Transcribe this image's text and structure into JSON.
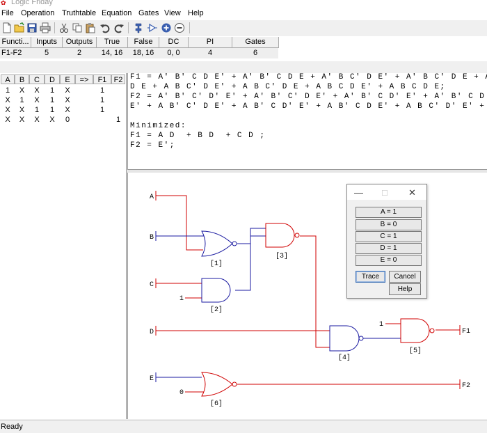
{
  "window": {
    "title": "Logic Friday",
    "app_icon": "logic-friday-icon"
  },
  "menu": [
    "File",
    "Operation",
    "Truthtable",
    "Equation",
    "Gates",
    "View",
    "Help"
  ],
  "toolbar": {
    "icons": [
      "new-file-icon",
      "open-folder-icon",
      "save-icon",
      "print-icon",
      "cut-icon",
      "copy-icon",
      "paste-icon",
      "undo-icon",
      "redo-icon",
      "gate-icon",
      "buffer-icon",
      "zoom-in-icon",
      "zoom-out-icon"
    ]
  },
  "stats": {
    "headers": [
      "Functi...",
      "Inputs",
      "Outputs",
      "True",
      "False",
      "DC",
      "PI",
      "Gates"
    ],
    "row": [
      "F1-F2",
      "5",
      "2",
      "14, 16",
      "18, 16",
      "0, 0",
      "4",
      "6"
    ]
  },
  "truthtable": {
    "headers": [
      "A",
      "B",
      "C",
      "D",
      "E",
      "=>",
      "F1",
      "F2"
    ],
    "rows": [
      [
        "1",
        "X",
        "X",
        "1",
        "X",
        "",
        "1",
        ""
      ],
      [
        "X",
        "1",
        "X",
        "1",
        "X",
        "",
        "1",
        ""
      ],
      [
        "X",
        "X",
        "1",
        "1",
        "X",
        "",
        "1",
        ""
      ],
      [
        "X",
        "X",
        "X",
        "X",
        "0",
        "",
        "",
        "1"
      ]
    ]
  },
  "equations": {
    "lines": [
      "F1 = A' B' C D E' + A' B' C D E + A' B C' D E' + A' B C' D E + A' B C D E' +",
      "D E + A B C' D E' + A B C' D E + A B C D E' + A B C D E;",
      "F2 = A' B' C' D' E' + A' B' C' D E' + A' B' C D' E' + A' B' C D E' + A' B C",
      "E' + A B' C' D E' + A B' C D' E' + A B' C D E' + A B C' D' E' + A B C' D E",
      "",
      "Minimized:",
      "F1 = A D  + B D  + C D ;",
      "F2 = E';"
    ]
  },
  "circuit": {
    "inputs": [
      "A",
      "B",
      "C",
      "D",
      "E"
    ],
    "gate_labels": [
      "[1]",
      "[2]",
      "[3]",
      "[4]",
      "[5]",
      "[6]"
    ],
    "constants": [
      "1",
      "1",
      "0"
    ],
    "outputs": [
      "F1",
      "F2"
    ],
    "colors": {
      "active": "#d00000",
      "inactive": "#1a1aa0"
    }
  },
  "trace_dialog": {
    "values": [
      "A = 1",
      "B = 0",
      "C = 1",
      "D = 1",
      "E = 0"
    ],
    "trace_label": "Trace",
    "cancel_label": "Cancel",
    "help_label": "Help"
  },
  "status": "Ready"
}
